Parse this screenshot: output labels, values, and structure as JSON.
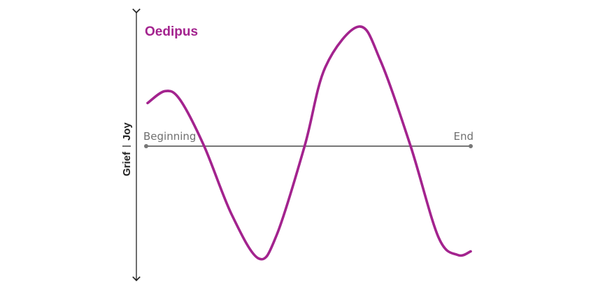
{
  "chart_data": {
    "type": "line",
    "title": "Oedipus",
    "xlabels": {
      "start": "Beginning",
      "end": "End"
    },
    "ylabels": {
      "positive": "Joy",
      "negative": "Grief"
    },
    "xlim": [
      0,
      100
    ],
    "ylim": [
      -100,
      100
    ],
    "series": [
      {
        "values": [
          [
            0,
            36
          ],
          [
            5.4,
            46
          ],
          [
            10,
            39
          ],
          [
            17.5,
            0
          ],
          [
            26,
            -57
          ],
          [
            34.4,
            -94
          ],
          [
            40,
            -74
          ],
          [
            48.6,
            0
          ],
          [
            55,
            66
          ],
          [
            65.4,
            100
          ],
          [
            72,
            72
          ],
          [
            81.4,
            0
          ],
          [
            90,
            -76
          ],
          [
            96,
            -91
          ],
          [
            100,
            -88
          ]
        ]
      }
    ],
    "colors": {
      "line": "#a3238e",
      "axis": "#222222",
      "baseline": "#777777"
    }
  }
}
